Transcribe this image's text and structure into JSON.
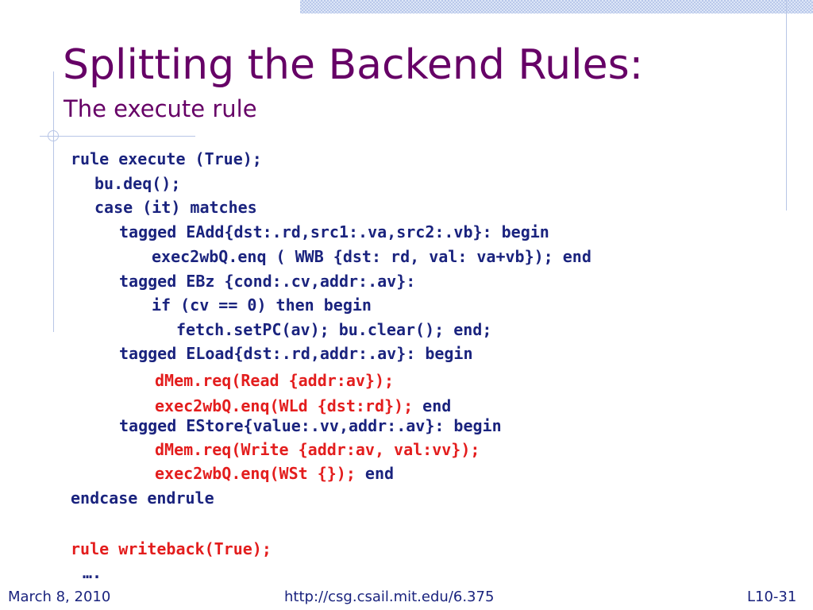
{
  "slide": {
    "title": "Splitting the Backend Rules:",
    "subtitle": "The execute rule"
  },
  "code_lines": [
    {
      "parts": [
        {
          "text": "rule execute (True);",
          "color": "navy"
        }
      ]
    },
    {
      "parts": [
        {
          "text": "bu.deq();",
          "color": "navy"
        }
      ]
    },
    {
      "parts": [
        {
          "text": "case (it) matches",
          "color": "navy"
        }
      ]
    },
    {
      "parts": [
        {
          "text": "tagged EAdd{dst:.rd,src1:.va,src2:.vb}: begin",
          "color": "navy"
        }
      ]
    },
    {
      "parts": [
        {
          "text": "exec2wbQ.enq ( WWB {dst: rd, val: va+vb}); end",
          "color": "navy"
        }
      ]
    },
    {
      "parts": [
        {
          "text": "tagged EBz {cond:.cv,addr:.av}:",
          "color": "navy"
        }
      ]
    },
    {
      "parts": [
        {
          "text": "if (cv == 0) then begin",
          "color": "navy"
        }
      ]
    },
    {
      "parts": [
        {
          "text": "fetch.setPC(av); bu.clear(); end;",
          "color": "navy"
        }
      ]
    },
    {
      "parts": [
        {
          "text": "tagged ELoad{dst:.rd,addr:.av}: begin",
          "color": "navy"
        }
      ]
    },
    {
      "parts": [
        {
          "text": "dMem.req(Read {addr:av});",
          "color": "red"
        }
      ]
    },
    {
      "parts": [
        {
          "text": "exec2wbQ.enq(WLd {dst:rd});",
          "color": "red"
        },
        {
          "text": " end",
          "color": "navy"
        }
      ]
    },
    {
      "parts": [
        {
          "text": "tagged EStore{value:.vv,addr:.av}: begin",
          "color": "navy"
        }
      ]
    },
    {
      "parts": [
        {
          "text": "dMem.req(Write {addr:av, val:vv});",
          "color": "red"
        }
      ]
    },
    {
      "parts": [
        {
          "text": "exec2wbQ.enq(WSt {});",
          "color": "red"
        },
        {
          "text": " end",
          "color": "navy"
        }
      ]
    },
    {
      "parts": [
        {
          "text": "endcase endrule",
          "color": "navy"
        }
      ]
    },
    {
      "parts": [
        {
          "text": "rule writeback(True);",
          "color": "red"
        }
      ]
    },
    {
      "parts": [
        {
          "text": "….",
          "color": "navy"
        }
      ]
    }
  ],
  "footer": {
    "date": "March 8, 2010",
    "url": "http://csg.csail.mit.edu/6.375",
    "slide_number": "L10-31"
  },
  "colors": {
    "title": "#660066",
    "code_navy": "#1a237e",
    "code_red": "#e31d1d",
    "decoration": "#b8c6e6"
  }
}
